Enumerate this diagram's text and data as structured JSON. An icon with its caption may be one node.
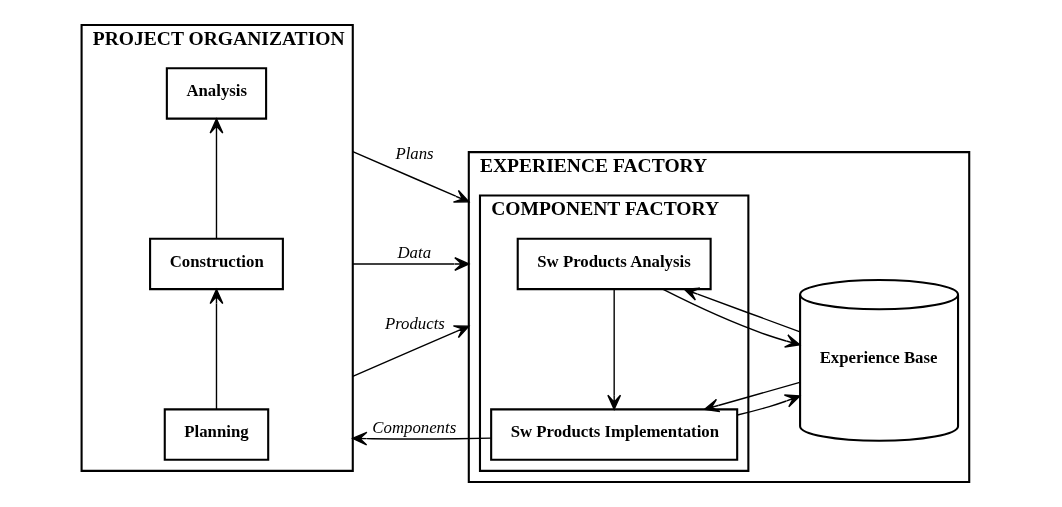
{
  "diagram": {
    "nodes": [
      {
        "text": [
          "PROJECT ORGANIZATION"
        ]
      },
      {
        "text": [
          "Planning"
        ],
        "in": 0
      },
      {
        "text": [
          "Construction"
        ],
        "in": 0
      },
      {
        "text": [
          "Analysis"
        ],
        "in": 0
      },
      {
        "text": [
          "EXPERIENCE FACTORY"
        ]
      },
      {
        "text": [
          "COMPONENT FACTORY"
        ],
        "in": 4
      },
      {
        "text": [
          "Sw Products Analysis"
        ],
        "in": 5
      },
      {
        "text": [
          "Sw Products Implementation"
        ],
        "in": 5
      },
      {
        "text": [
          "Experience Base"
        ],
        "in": 4
      }
    ],
    "edges": [
      {
        "from": 1,
        "to": 2,
        "arrow": "to"
      },
      {
        "from": 2,
        "to": 3,
        "arrow": "to"
      },
      {
        "from": 0,
        "to": 4,
        "arrow": "to",
        "label": "Products"
      },
      {
        "from": 0,
        "to": 4,
        "arrow": "to",
        "label": "Data"
      },
      {
        "from": 0,
        "to": 4,
        "arrow": "to",
        "label": "Plans"
      },
      {
        "from": 8,
        "to": 6,
        "arrow": "to"
      },
      {
        "from": 6,
        "to": 8,
        "arrow": "to"
      },
      {
        "from": 6,
        "to": 7,
        "arrow": "to"
      },
      {
        "from": 8,
        "to": 7,
        "arrow": "to"
      },
      {
        "from": 7,
        "to": 8,
        "arrow": "to"
      },
      {
        "from": 7,
        "to": 0,
        "arrow": "to",
        "label": "Components"
      }
    ]
  }
}
